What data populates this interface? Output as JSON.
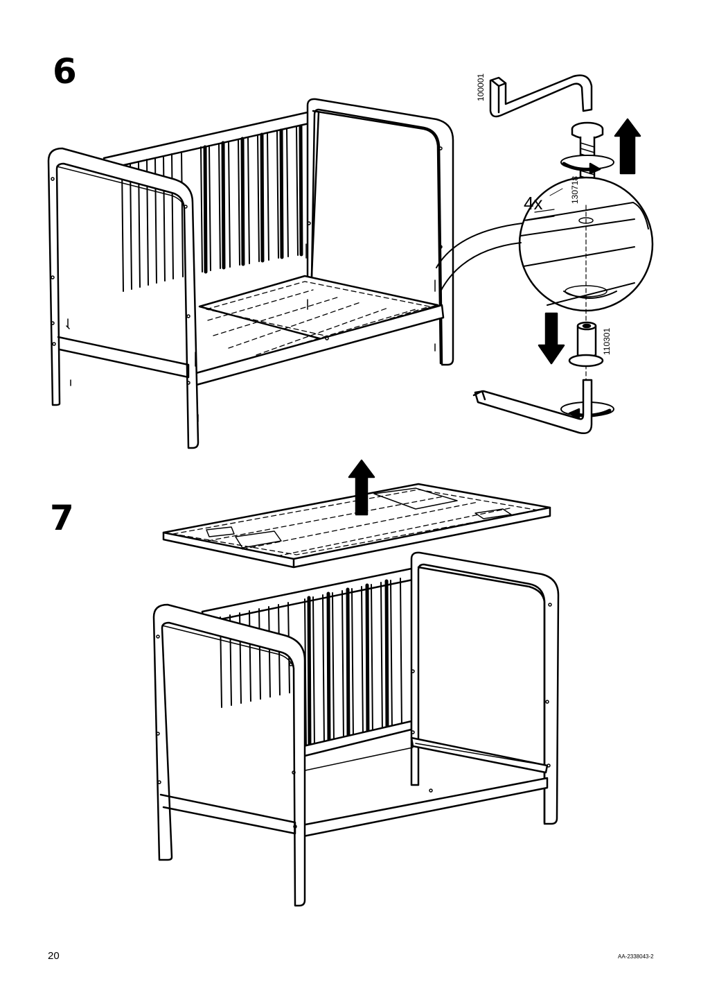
{
  "steps": [
    {
      "number": "6"
    },
    {
      "number": "7"
    }
  ],
  "parts": {
    "allen_key": "100001",
    "bolt": "130718",
    "barrel_nut": "110301",
    "quantity": "4x"
  },
  "footer": {
    "page_number": "20",
    "document_code": "AA-2338043-2"
  }
}
